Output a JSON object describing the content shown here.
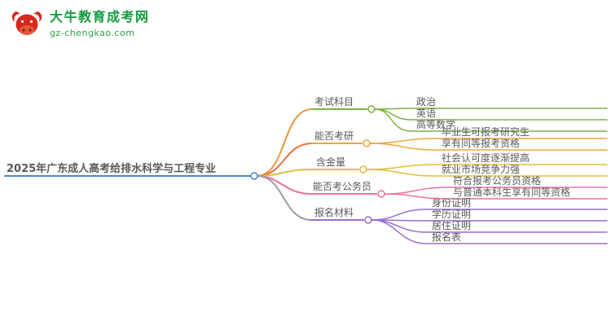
{
  "logo": {
    "site_name": "大牛教育成考网",
    "site_url": "gz-chengkao.com",
    "brand_red": "#d5281e",
    "brand_green": "#149a3f"
  },
  "mindmap": {
    "root": {
      "label": "2025年广东成人高考给排水科学与工程专业",
      "color": "#4a86c8"
    },
    "branches": [
      {
        "label": "考试科目",
        "branch_color": "#ef9440",
        "node_color": "#7cb342",
        "children": [
          {
            "label": "政治"
          },
          {
            "label": "英语"
          },
          {
            "label": "高等数学"
          }
        ]
      },
      {
        "label": "能否考研",
        "branch_color": "#e8743f",
        "node_color": "#f2a33c",
        "children": [
          {
            "label": "毕业生可报考研究生"
          },
          {
            "label": "享有同等报考资格"
          }
        ]
      },
      {
        "label": "含金量",
        "branch_color": "#e0bd3c",
        "node_color": "#e0bd3c",
        "children": [
          {
            "label": "社会认可度逐渐提高"
          },
          {
            "label": "就业市场竞争力强"
          }
        ]
      },
      {
        "label": "能否考公务员",
        "branch_color": "#f06fa0",
        "node_color": "#f06fa0",
        "children": [
          {
            "label": "符合报考公务员资格"
          },
          {
            "label": "与普通本科生享有同等资格"
          }
        ]
      },
      {
        "label": "报名材料",
        "branch_color": "#9e9e9e",
        "node_color": "#9b6fd0",
        "children": [
          {
            "label": "身份证明"
          },
          {
            "label": "学历证明"
          },
          {
            "label": "居住证明"
          },
          {
            "label": "报名表"
          }
        ]
      }
    ]
  }
}
